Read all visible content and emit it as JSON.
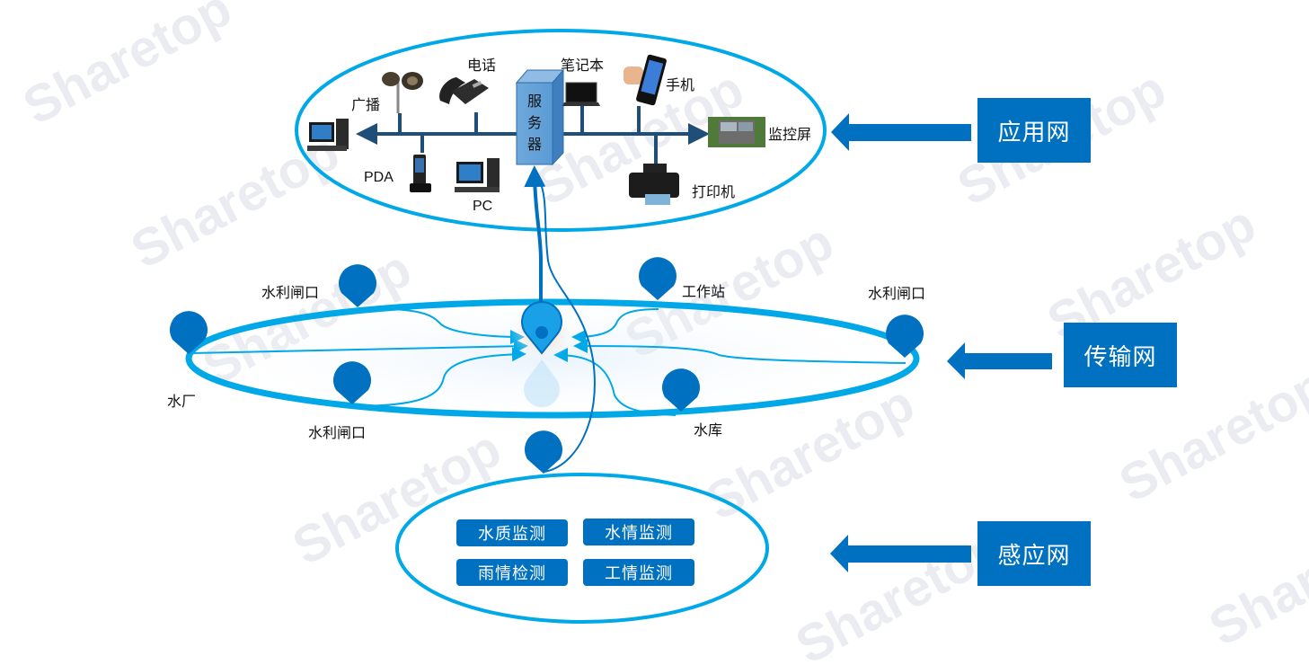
{
  "layers": {
    "application": {
      "label": "应用网",
      "server_label": [
        "服",
        "务",
        "器"
      ],
      "devices": [
        {
          "id": "broadcast",
          "label": "广播",
          "icon": "horn-speaker-icon"
        },
        {
          "id": "phone",
          "label": "电话",
          "icon": "desk-phone-icon"
        },
        {
          "id": "laptop",
          "label": "笔记本",
          "icon": "laptop-icon"
        },
        {
          "id": "mobile",
          "label": "手机",
          "icon": "smartphone-icon"
        },
        {
          "id": "monitor_screen",
          "label": "监控屏",
          "icon": "monitor-screen-icon"
        },
        {
          "id": "printer",
          "label": "打印机",
          "icon": "printer-icon"
        },
        {
          "id": "pc",
          "label": "PC",
          "icon": "desktop-pc-icon"
        },
        {
          "id": "pda",
          "label": "PDA",
          "icon": "pda-icon"
        },
        {
          "id": "desktop_left",
          "label": "",
          "icon": "desktop-pc-icon"
        }
      ]
    },
    "transport": {
      "label": "传输网",
      "nodes": [
        {
          "id": "plant",
          "label": "水厂"
        },
        {
          "id": "gate_top_left",
          "label": "水利闸口"
        },
        {
          "id": "gate_bottom_left",
          "label": "水利闸口"
        },
        {
          "id": "workstation",
          "label": "工作站"
        },
        {
          "id": "gate_right",
          "label": "水利闸口"
        },
        {
          "id": "reservoir",
          "label": "水库"
        }
      ]
    },
    "sensing": {
      "label": "感应网",
      "items": [
        "水质监测",
        "水情监测",
        "雨情检测",
        "工情监测"
      ]
    }
  },
  "colors": {
    "primary": "#0070c0",
    "ring": "#00a8e8",
    "bus": "#1f4e79",
    "server": "#5b9bd5",
    "hub_glow": "#f8b27a"
  },
  "watermark": "Sharetop"
}
